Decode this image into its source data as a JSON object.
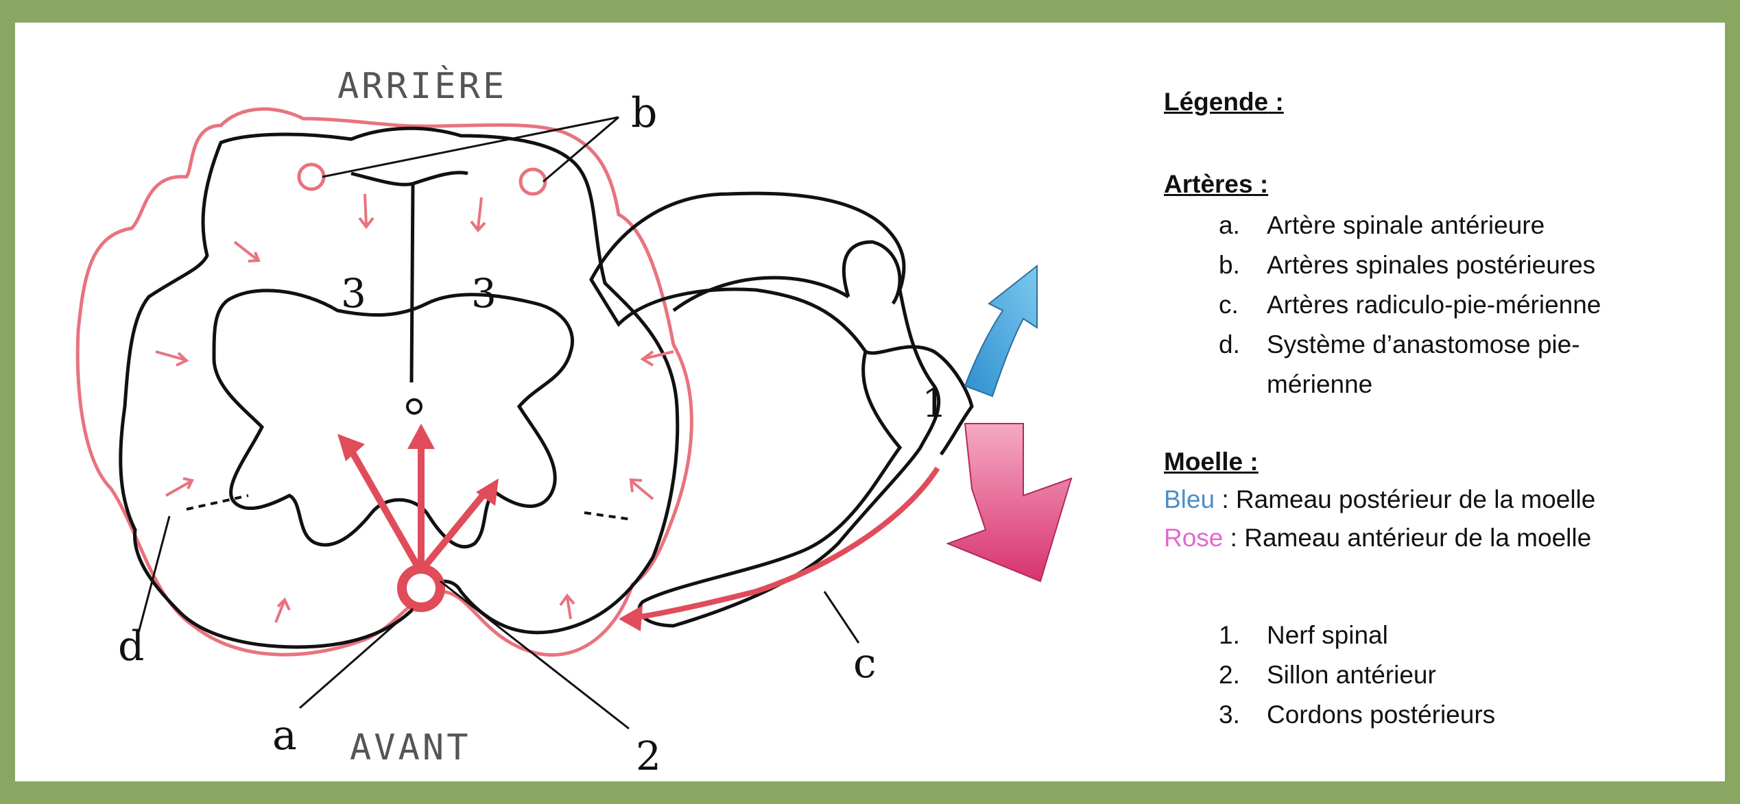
{
  "diagram": {
    "top_label": "ARRIÈRE",
    "bottom_label": "AVANT",
    "letters": {
      "a": "a",
      "b": "b",
      "c": "c",
      "d": "d"
    },
    "numbers": {
      "n1": "1",
      "n2": "2",
      "n3_left": "3",
      "n3_right": "3"
    }
  },
  "legend": {
    "title": "Légende",
    "title_colon": " :",
    "arteres": {
      "heading": "Artères",
      "colon": " :",
      "items": [
        {
          "marker": "a.",
          "text": "Artère spinale antérieure"
        },
        {
          "marker": "b.",
          "text": "Artères spinales postérieures"
        },
        {
          "marker": "c.",
          "text": "Artères radiculo-pie-mérienne"
        },
        {
          "marker": "d.",
          "text": "Système d’anastomose pie-mérienne"
        }
      ]
    },
    "moelle": {
      "heading": "Moelle",
      "colon": " :",
      "bleu_word": "Bleu",
      "bleu_text": " : Rameau postérieur de la moelle",
      "rose_word": "Rose",
      "rose_text": " : Rameau antérieur de la moelle"
    },
    "numbered": [
      {
        "marker": "1.",
        "text": "Nerf spinal"
      },
      {
        "marker": "2.",
        "text": "Sillon antérieur"
      },
      {
        "marker": "3.",
        "text": "Cordons postérieurs"
      }
    ]
  },
  "colors": {
    "frame": "#8aa663",
    "artery_red": "#e8737f",
    "blue_branch": "#4aa8dc",
    "pink_branch": "#e04c86",
    "bleu_text": "#4a8ec9",
    "rose_text": "#e466d0"
  }
}
